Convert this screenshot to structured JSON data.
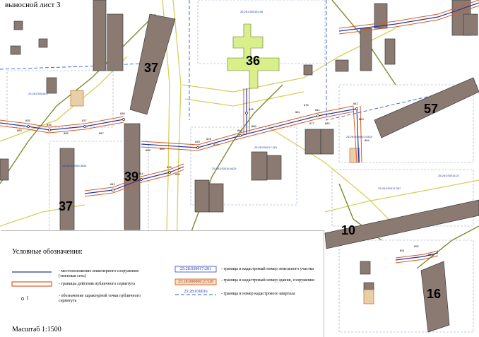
{
  "sheet_title": "выносной лист 3",
  "block_numbers": {
    "b37a": "37",
    "b36": "36",
    "b57": "57",
    "b39": "39",
    "b37b": "37",
    "b10": "10",
    "b16": "16"
  },
  "parcel_labels": {
    "p1": "25:28:030016:1",
    "p2": "25:28:030017:281",
    "p3": "25:28:000000:21528",
    "p4": "25:28:030016:4629",
    "p5": "25:28:030017:287",
    "p6": "25:28:000000:3634",
    "p7": "25:28:030016:196",
    "p8": "25:28:030016:22"
  },
  "point_labels": [
    "835",
    "836",
    "837",
    "838",
    "839",
    "840",
    "841",
    "842",
    "843",
    "844",
    "845",
    "846",
    "876",
    "877",
    "878",
    "879",
    "880",
    "881",
    "882",
    "883",
    "884",
    "885",
    "886",
    "887",
    "888",
    "889",
    "890",
    "891",
    "892",
    "893"
  ],
  "legend": {
    "title": "Условные обозначения:",
    "items": [
      {
        "text": "- местоположение инженерного сооружения (тепловая сеть)"
      },
      {
        "text": "- границы действия публичного сервитута"
      },
      {
        "text": "- обозначение характерной точки публичного сервитута",
        "marker": "1"
      },
      {
        "text": "- граница и кадастровый номер земельного участка",
        "sample": "25:28:030017:281"
      },
      {
        "text": "- граница и кадастровый номер здания, сооружения",
        "sample": "25:28:000000:21528"
      },
      {
        "text": "- граница и номер кадастрового квартала",
        "sample": "25:28:030016"
      }
    ],
    "scale": "Масштаб 1:1500"
  },
  "colors": {
    "heat_network": "#1f3aa8",
    "servitude_boundary": "#e0571f",
    "parcel_boundary": "#2547c9",
    "road": "#c9b93a",
    "building": "#8a7a72",
    "highlight": "#d9ef8a"
  }
}
